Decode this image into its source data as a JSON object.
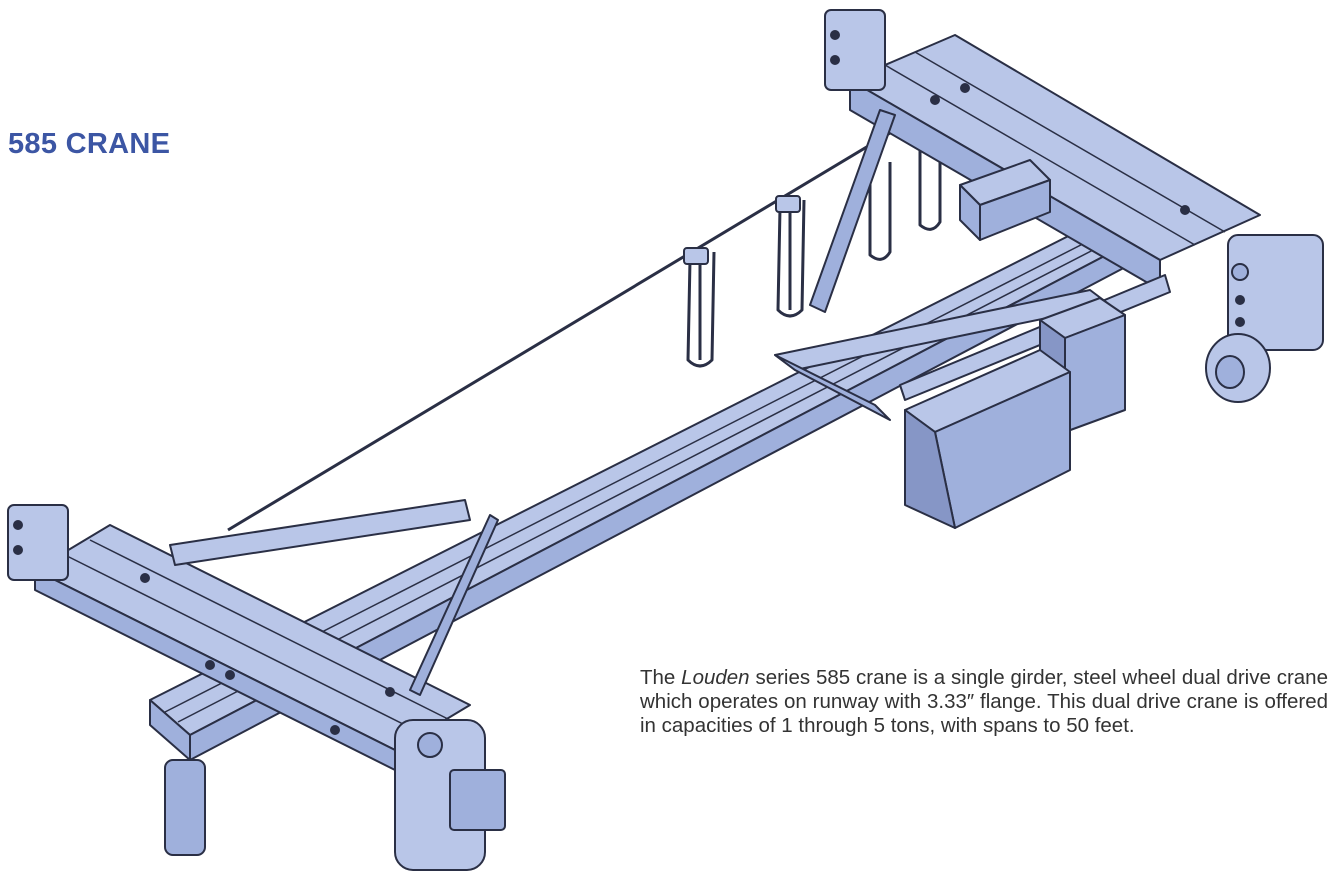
{
  "page": {
    "title": "585 CRANE",
    "description": {
      "prefix": "The ",
      "brand": "Louden",
      "body": " series 585 crane is a single girder, steel wheel dual drive crane which operates on runway with 3.33″ flange. This dual drive crane is offered in capacities of 1 through 5 tons, with spans to 50 feet."
    }
  },
  "colors": {
    "title": "#3c56a4",
    "steel_fill": "#b9c6e8",
    "steel_shade": "#9fb0dc",
    "steel_dark": "#8696c6",
    "outline": "#2a2f45",
    "text": "#333333"
  },
  "illustration": {
    "subject": "crane-drawing"
  }
}
